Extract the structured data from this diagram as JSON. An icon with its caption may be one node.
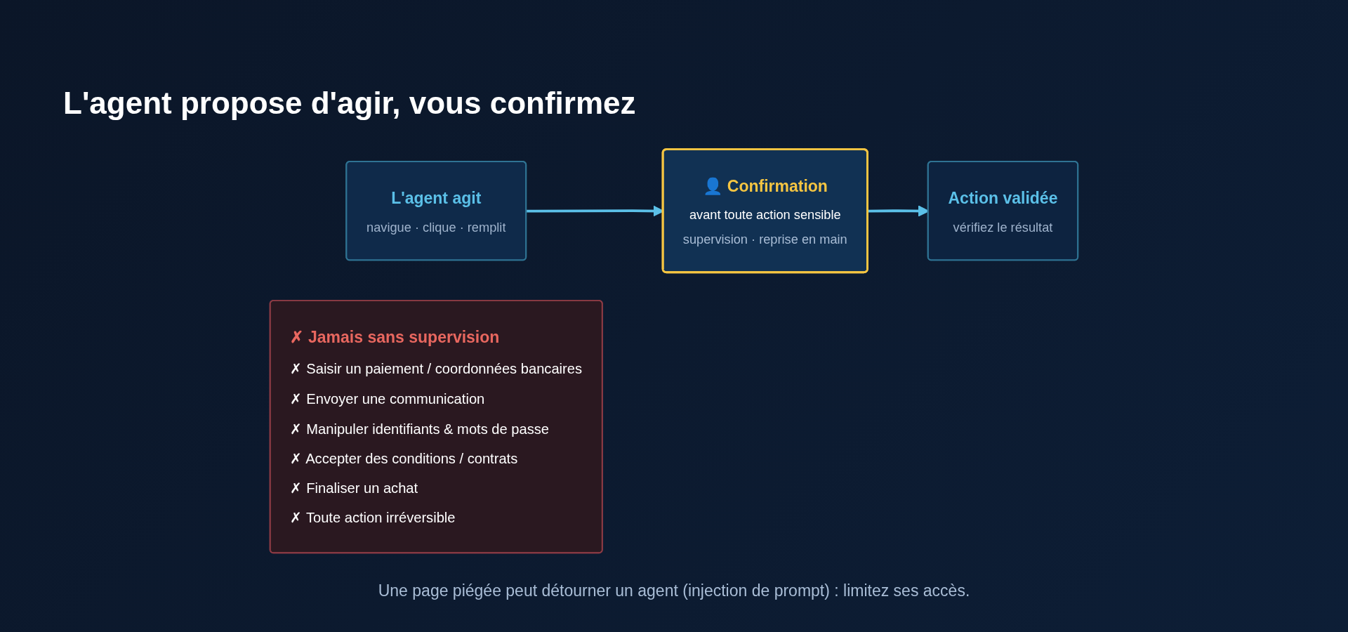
{
  "diagram": {
    "title": "L'agent propose d'agir, vous confirmez",
    "nodes": [
      {
        "text": [
          "L'agent agit",
          "navigue · clique · remplit"
        ]
      },
      {
        "text": [
          "👤 Confirmation",
          "avant toute action sensible",
          "supervision · reprise en main"
        ]
      },
      {
        "text": [
          "Action validée",
          "vérifiez le résultat"
        ]
      },
      {
        "text": [
          "✗ Jamais sans supervision",
          "✗ Saisir un paiement / coordonnées bancaires",
          "✗ Envoyer une communication",
          "✗ Manipuler identifiants & mots de passe",
          "✗ Accepter des conditions / contrats",
          "✗ Finaliser un achat",
          "✗ Toute action irréversible"
        ]
      }
    ],
    "edges": [
      {
        "from": 0,
        "to": 1,
        "arrow": "to"
      },
      {
        "from": 1,
        "to": 2,
        "arrow": "to"
      }
    ],
    "caption": "Une page piégée peut détourner un agent (injection de prompt) : limitez ses accès."
  }
}
